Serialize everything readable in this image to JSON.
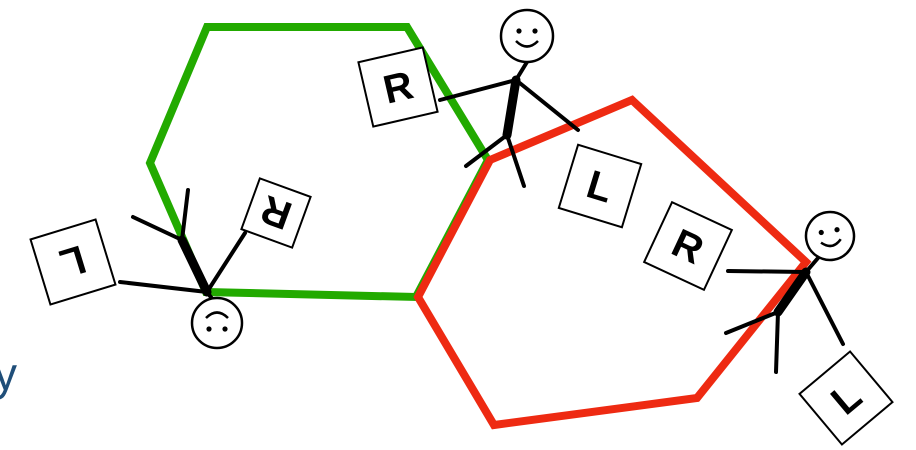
{
  "partial_text": "y",
  "colors": {
    "green_hexagon": "#22aa00",
    "red_hexagon": "#ee2a12",
    "ink": "#000000",
    "text_fragment": "#1f4e79"
  },
  "figures": [
    {
      "face": "smile",
      "right_box_label": "R",
      "left_box_label": "L"
    },
    {
      "face": "smile",
      "right_box_label": "R",
      "left_box_label": "L"
    },
    {
      "face": "smile",
      "right_box_label": "R",
      "left_box_label": "L"
    }
  ]
}
